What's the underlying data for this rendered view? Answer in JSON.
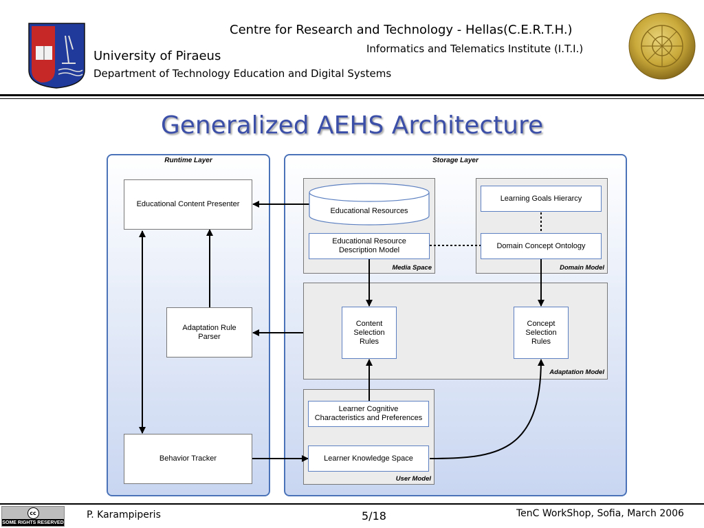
{
  "header": {
    "centre": "Centre for Research and Technology - Hellas(C.E.R.T.H.)",
    "institute": "Informatics and Telematics Institute (I.T.I.)",
    "university": "University of Piraeus",
    "department": "Department of Technology Education and Digital Systems"
  },
  "slide_title": "Generalized AEHS Architecture",
  "diagram": {
    "runtime_layer": {
      "label": "Runtime Layer",
      "content_presenter": "Educational Content Presenter",
      "rule_parser_line1": "Adaptation Rule",
      "rule_parser_line2": "Parser",
      "behavior_tracker": "Behavior Tracker"
    },
    "storage_layer": {
      "label": "Storage Layer",
      "media_space": {
        "label": "Media Space",
        "resources": "Educational Resources",
        "desc_line1": "Educational Resource",
        "desc_line2": "Description Model"
      },
      "domain_model": {
        "label": "Domain Model",
        "goals": "Learning Goals Hierarcy",
        "ontology": "Domain Concept Ontology"
      },
      "adaptation_model": {
        "label": "Adaptation Model",
        "content_rules_line1": "Content",
        "content_rules_line2": "Selection",
        "content_rules_line3": "Rules",
        "concept_rules_line1": "Concept",
        "concept_rules_line2": "Selection",
        "concept_rules_line3": "Rules"
      },
      "user_model": {
        "label": "User Model",
        "cognitive_line1": "Learner Cognitive",
        "cognitive_line2": "Characteristics and Preferences",
        "knowledge": "Learner Knowledge Space"
      }
    }
  },
  "footer": {
    "license_badge_line1": "cc",
    "license_badge_line2": "SOME RIGHTS RESERVED",
    "author": "P. Karampiperis",
    "page": "5/18",
    "event": "TenC WorkShop, Sofia, March 2006"
  },
  "colors": {
    "title": "#3c4fa8",
    "layer_border": "#4a72b8",
    "group_fill": "#ececec"
  }
}
